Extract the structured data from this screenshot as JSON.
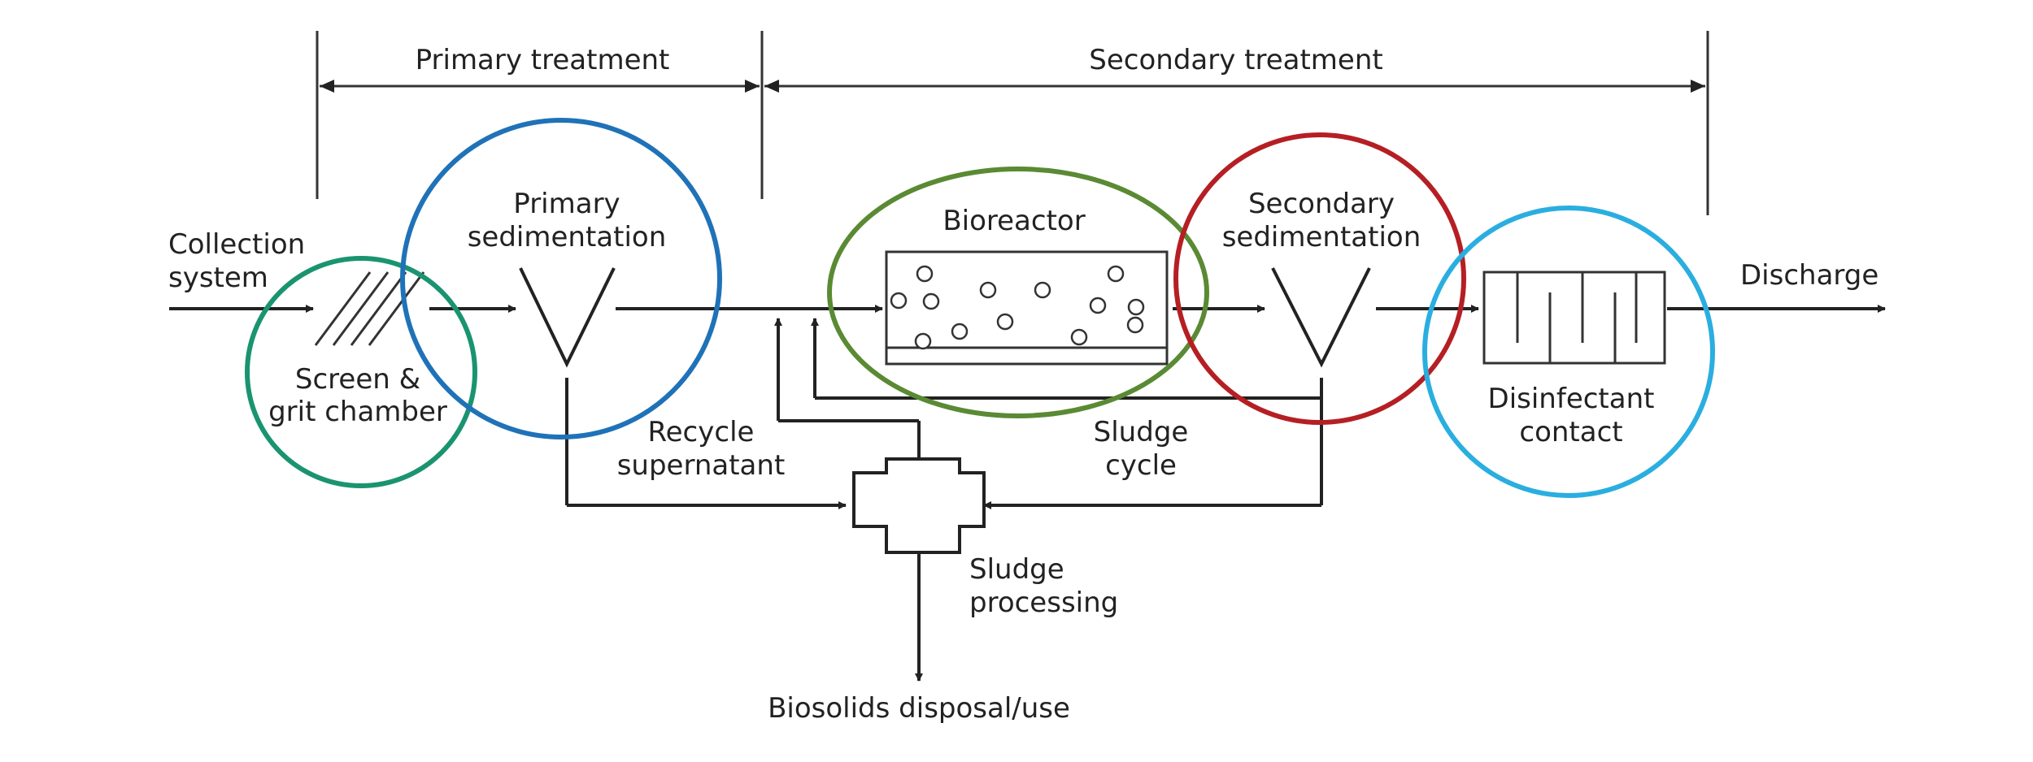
{
  "labels": {
    "primary_treatment": "Primary treatment",
    "secondary_treatment": "Secondary treatment",
    "collection_line1": "Collection",
    "collection_line2": "system",
    "screen_line1": "Screen &",
    "screen_line2": "grit chamber",
    "primary_sed_line1": "Primary",
    "primary_sed_line2": "sedimentation",
    "bioreactor": "Bioreactor",
    "secondary_sed_line1": "Secondary",
    "secondary_sed_line2": "sedimentation",
    "discharge": "Discharge",
    "disinfectant_line1": "Disinfectant",
    "disinfectant_line2": "contact",
    "recycle_line1": "Recycle",
    "recycle_line2": "supernatant",
    "sludge_cycle_line1": "Sludge",
    "sludge_cycle_line2": "cycle",
    "sludge_processing_line1": "Sludge",
    "sludge_processing_line2": "processing",
    "biosolids": "Biosolids disposal/use"
  },
  "highlight_colors": {
    "screen_grit": "#1a9470",
    "primary_sedimentation": "#1f72b8",
    "bioreactor": "#5a8a33",
    "secondary_sedimentation": "#b51f24",
    "disinfectant_contact": "#2aaee0"
  }
}
